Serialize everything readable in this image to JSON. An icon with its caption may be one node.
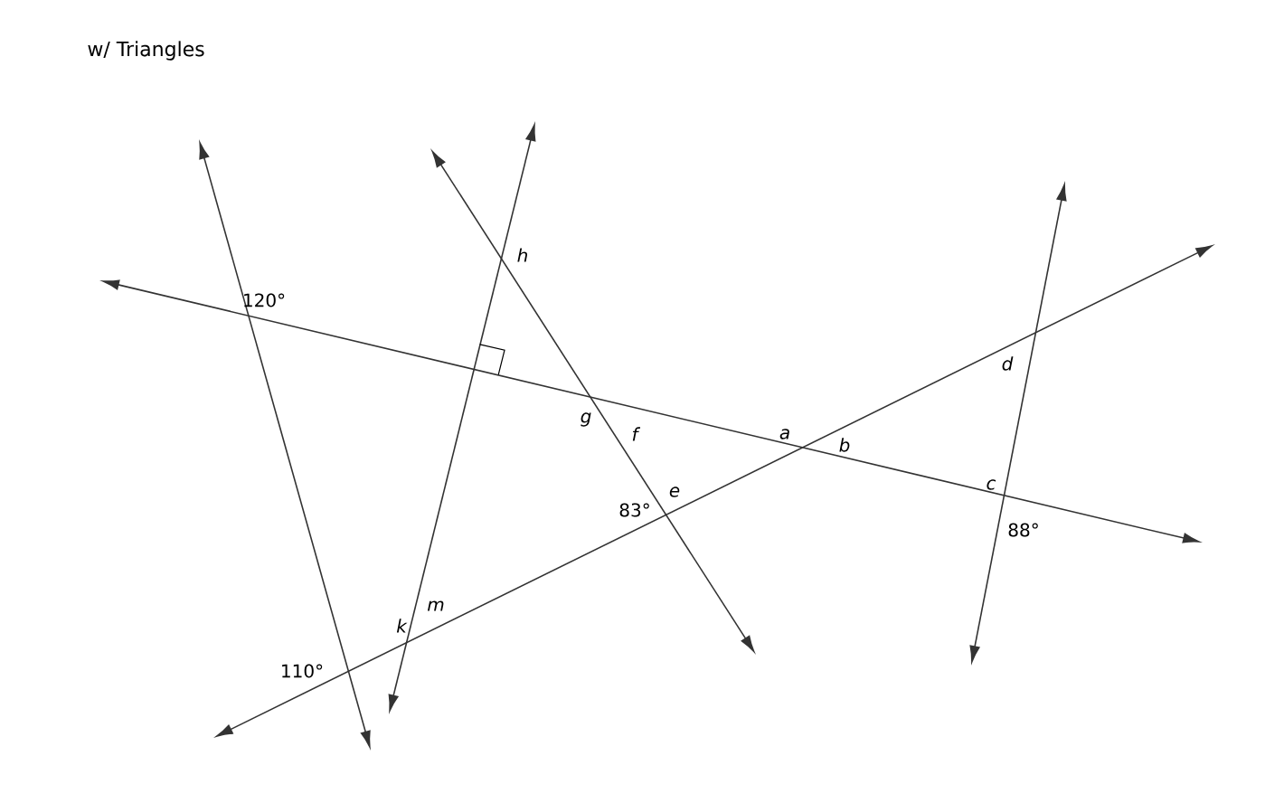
{
  "diagram": {
    "title": "w/ Triangles",
    "labels": [
      "120°",
      "h",
      "g",
      "f",
      "a",
      "b",
      "d",
      "c",
      "88°",
      "83°",
      "e",
      "k",
      "m",
      "110°"
    ]
  }
}
